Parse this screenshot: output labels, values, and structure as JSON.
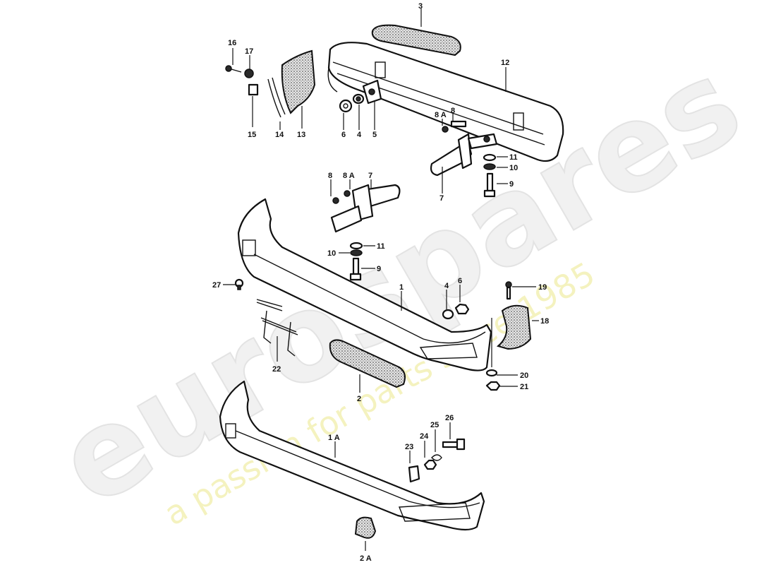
{
  "watermark": {
    "brand": "eurospares",
    "tagline": "a passion for parts since 1985"
  },
  "callouts": {
    "c1": "1",
    "c1a": "1 A",
    "c2": "2",
    "c2a": "2 A",
    "c3": "3",
    "c4a": "4",
    "c4b": "4",
    "c5": "5",
    "c6a": "6",
    "c6b": "6",
    "c7a": "7",
    "c7b": "7",
    "c8a": "8",
    "c8b": "8",
    "c8aa": "8 A",
    "c8ab": "8 A",
    "c9a": "9",
    "c9b": "9",
    "c10a": "10",
    "c10b": "10",
    "c11a": "11",
    "c11b": "11",
    "c12": "12",
    "c13": "13",
    "c14": "14",
    "c15": "15",
    "c16": "16",
    "c17": "17",
    "c18": "18",
    "c19": "19",
    "c20": "20",
    "c21": "21",
    "c22": "22",
    "c23": "23",
    "c24": "24",
    "c25": "25",
    "c26": "26",
    "c27": "27"
  }
}
